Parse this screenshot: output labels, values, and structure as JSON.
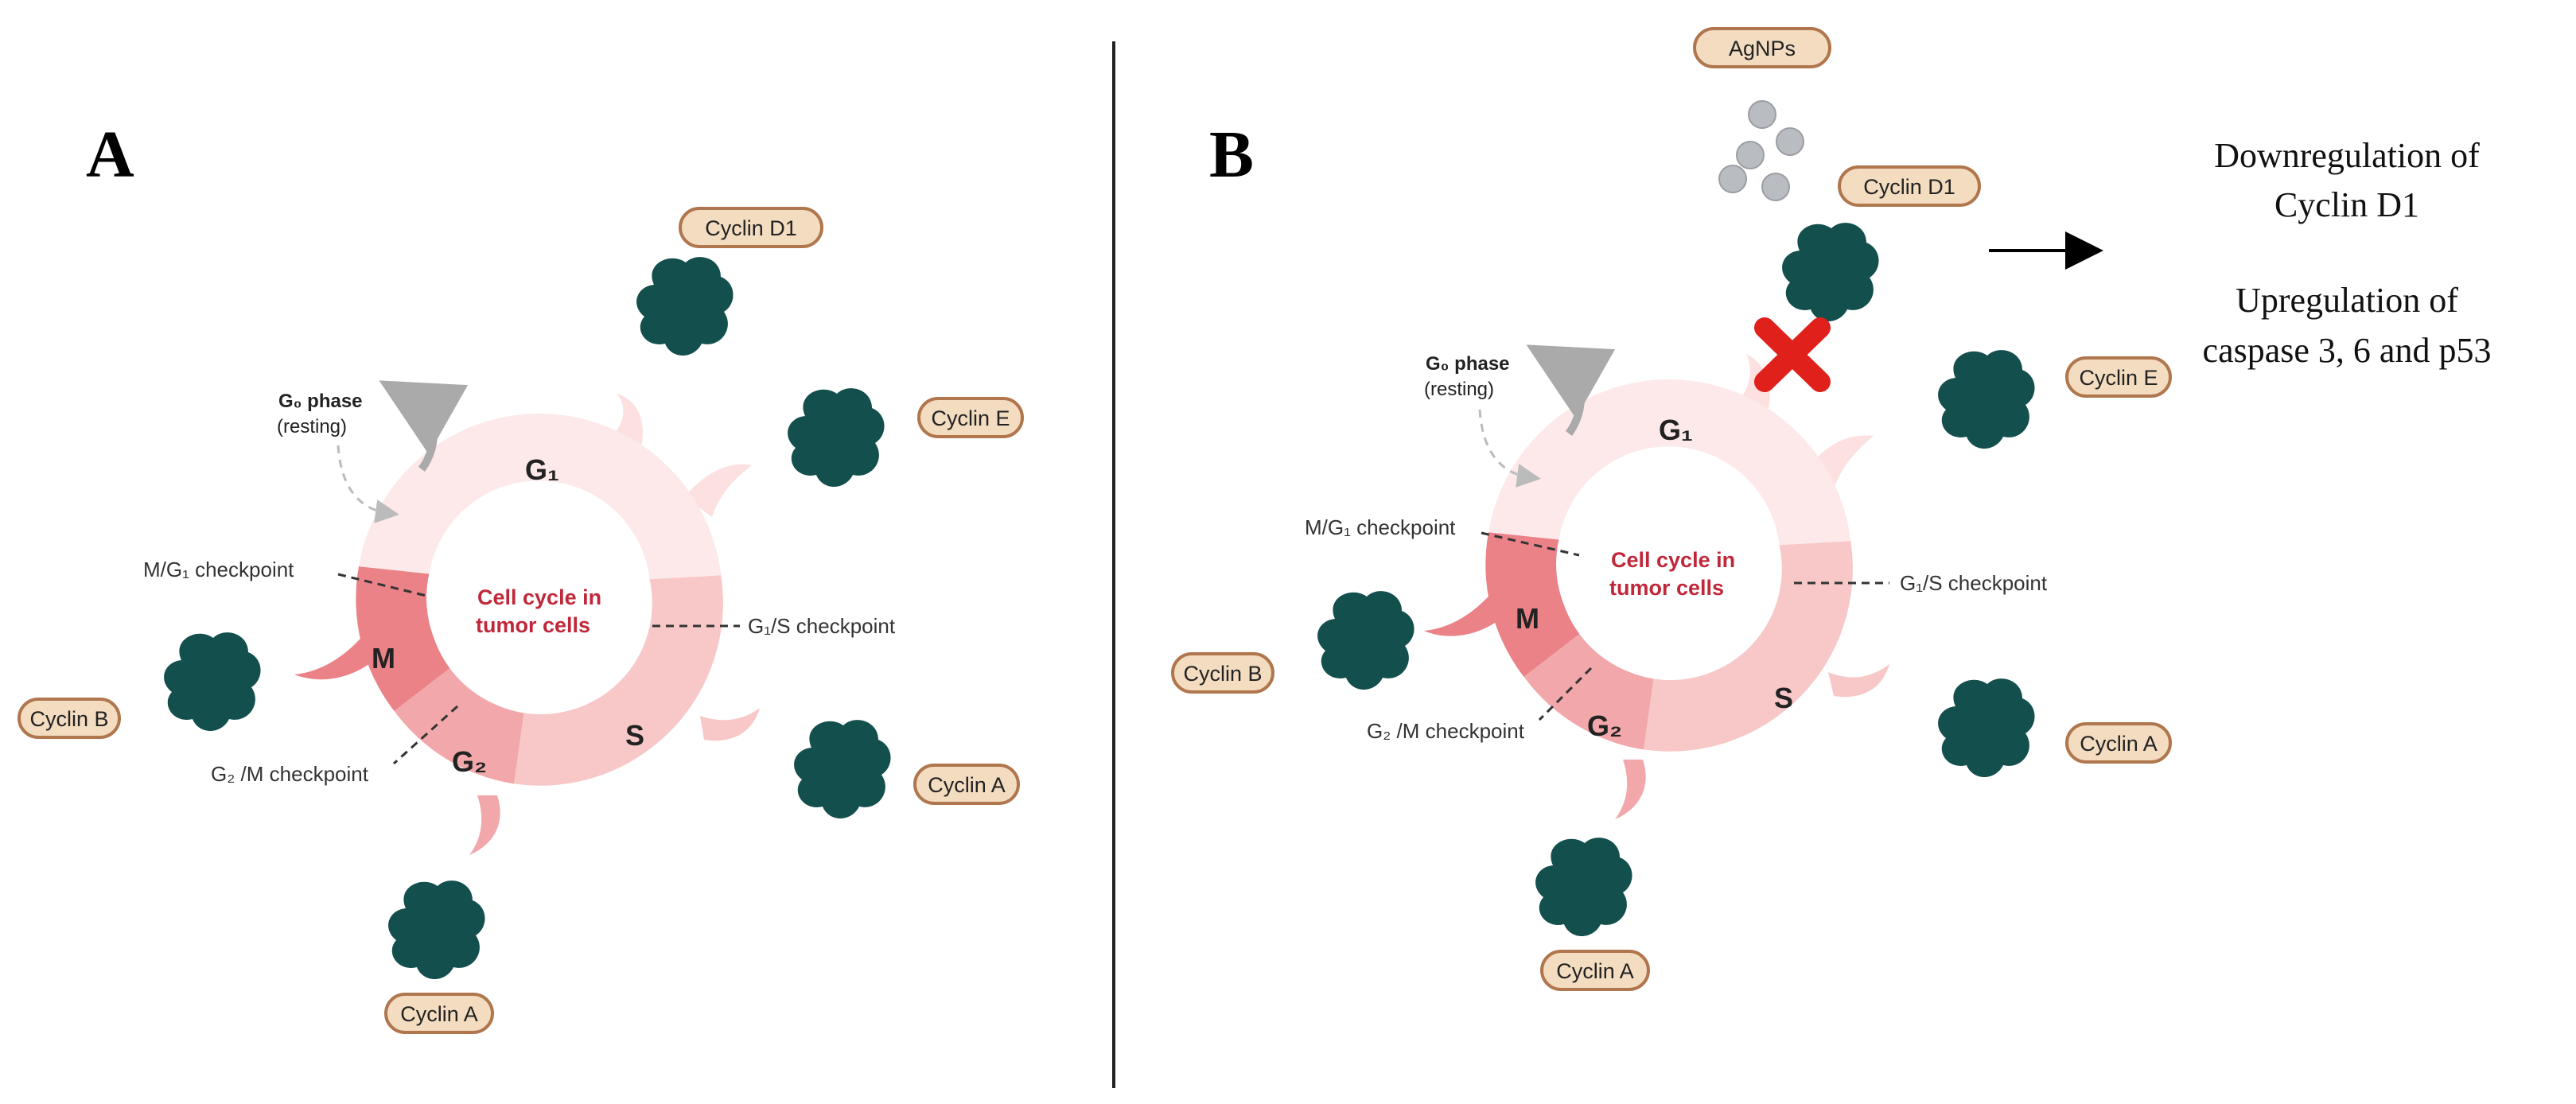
{
  "panels": {
    "A": {
      "letter": "A",
      "center": [
        "Cell cycle in",
        "tumor cells"
      ],
      "phases": {
        "g1": "G₁",
        "s": "S",
        "g2": "G₂",
        "m": "M"
      },
      "g0": {
        "title": "G₀ phase",
        "subtitle": "(resting)"
      },
      "checkpoints": {
        "mg1": "M/G₁ checkpoint",
        "g1s": "G₁/S checkpoint",
        "g2m": "G₂ /M checkpoint"
      },
      "cyclins": {
        "d1": "Cyclin D1",
        "e": "Cyclin E",
        "a_right": "Cyclin A",
        "a_bottom": "Cyclin A",
        "b": "Cyclin B"
      }
    },
    "B": {
      "letter": "B",
      "center": [
        "Cell cycle in",
        "tumor cells"
      ],
      "phases": {
        "g1": "G₁",
        "s": "S",
        "g2": "G₂",
        "m": "M"
      },
      "g0": {
        "title": "G₀ phase",
        "subtitle": "(resting)"
      },
      "checkpoints": {
        "mg1": "M/G₁ checkpoint",
        "g1s": "G₁/S checkpoint",
        "g2m": "G₂ /M checkpoint"
      },
      "cyclins": {
        "d1": "Cyclin D1",
        "e": "Cyclin E",
        "a_right": "Cyclin A",
        "a_bottom": "Cyclin A",
        "b": "Cyclin B"
      },
      "agnps": "AgNPs",
      "effects": [
        "Downregulation of",
        "Cyclin D1",
        "Upregulation of",
        "caspase 3, 6 and p53"
      ]
    }
  },
  "colors": {
    "g1": "#fde9e9",
    "s": "#f8c8c8",
    "g2": "#f2a8aa",
    "m": "#ea8287",
    "cyclin": "#134f4d",
    "block_mark": "#e0201b",
    "nanoparticle": "#b9bcc0"
  }
}
